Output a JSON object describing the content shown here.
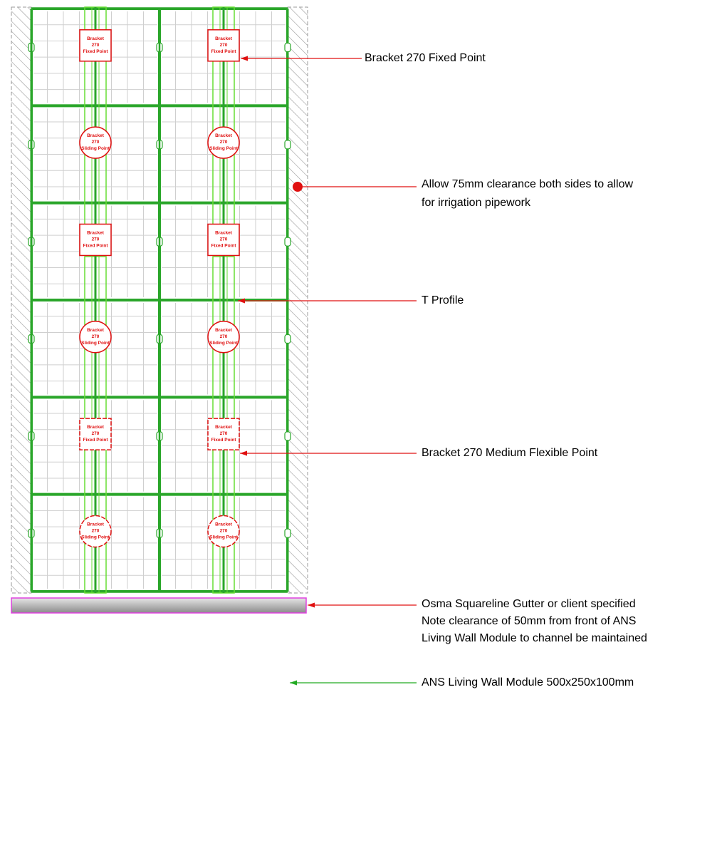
{
  "annotations": {
    "fixed_point": "Bracket 270 Fixed Point",
    "clearance_line1": "Allow 75mm clearance both sides to allow",
    "clearance_line2": "for irrigation pipework",
    "t_profile": "T Profile",
    "flexible_point": "Bracket 270 Medium Flexible Point",
    "module": "ANS Living Wall Module 500x250x100mm",
    "gutter_line1": "Osma Squareline Gutter or client specified",
    "gutter_line2": "Note clearance of 50mm from front of ANS",
    "gutter_line3": "Living Wall Module to channel be maintained"
  },
  "bracket_labels": {
    "fixed": [
      "Bracket",
      "270",
      "Fixed Point"
    ],
    "sliding": [
      "Bracket",
      "270",
      "Sliding Point"
    ]
  },
  "colors": {
    "module_green": "#2aa62a",
    "profile_green": "#66dd33",
    "grid_grey": "#cfcfcf",
    "hatch_grey": "#9a9a9a",
    "bracket_red": "#e01010",
    "leader_red": "#e01010",
    "leader_green": "#22aa22",
    "gutter_pink": "#e040e0",
    "gutter_fill": "#b0b0b0"
  },
  "bracket_rows": [
    "fixed",
    "sliding",
    "fixed",
    "sliding",
    "fixed",
    "sliding"
  ]
}
